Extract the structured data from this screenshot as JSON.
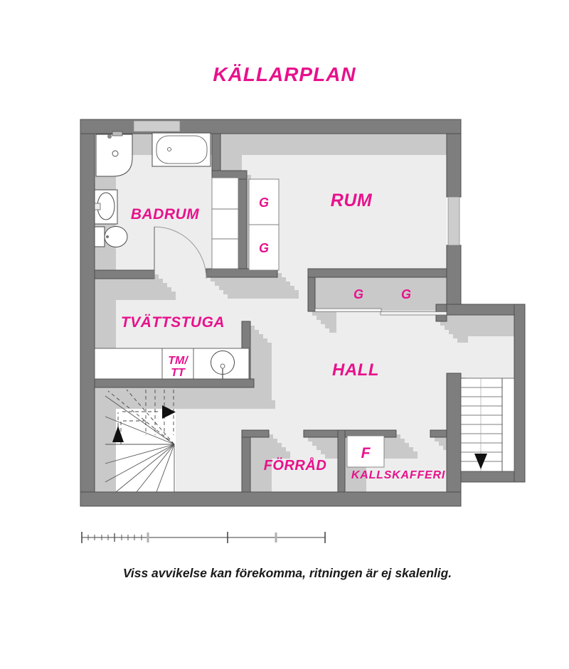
{
  "title": "KÄLLARPLAN",
  "disclaimer": "Viss avvikelse kan förekomma, ritningen är ej skalenlig.",
  "rooms": {
    "badrum": "BADRUM",
    "rum": "RUM",
    "tvattstuga": "TVÄTTSTUGA",
    "hall": "HALL",
    "forrad": "FÖRRÅD",
    "kallskafferi": "KALLSKAFFERI"
  },
  "fixtures": {
    "wardrobe": "G",
    "washer_dryer_line1": "TM/",
    "washer_dryer_line2": "TT",
    "freezer": "F"
  },
  "colors": {
    "accent_pink": "#e8118c",
    "wall_gray": "#7e7e7e",
    "floor_gray": "#ededed",
    "shadow_gray": "#c9c9c9",
    "text_black": "#1a1a1a"
  }
}
